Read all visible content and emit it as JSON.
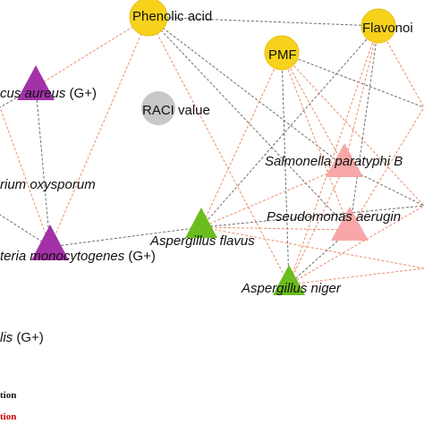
{
  "colors": {
    "compound": "#f7d21d",
    "compound_stroke": "#e8bf10",
    "raci": "#c8c8c8",
    "gram_positive": "#a331a8",
    "fungus": "#6bbd1d",
    "gram_negative": "#f7a7a7",
    "edge_positive": "#555555",
    "edge_negative": "#e9825a",
    "legend_positive": "#111111",
    "legend_negative": "#cc0000"
  },
  "nodes": {
    "phenolic_acid": {
      "label": "Phenolic acid",
      "icon": "circle"
    },
    "flavonoids": {
      "label": "Flavonoi",
      "icon": "circle"
    },
    "pmf": {
      "label": "PMF",
      "icon": "circle"
    },
    "raci": {
      "label": "RACI value",
      "icon": "circle"
    },
    "s_aureus": {
      "label": "cus aureus",
      "suffix": " (G+)",
      "icon": "triangle"
    },
    "f_oxysporum": {
      "label": "rium oxysporum",
      "icon": "none"
    },
    "l_monocytogenes": {
      "label": "teria monocytogenes",
      "suffix": " (G+)",
      "icon": "triangle"
    },
    "b_subtilis": {
      "label": "lis",
      "suffix": " (G+)",
      "icon": "none"
    },
    "a_flavus": {
      "label": "Aspergillus flavus",
      "icon": "triangle"
    },
    "a_niger": {
      "label": "Aspergillus niger",
      "icon": "triangle"
    },
    "s_paratyphi": {
      "label": "Salmonella paratyphi B",
      "icon": "triangle"
    },
    "p_aeruginosa": {
      "label": "Pseudomonas aerugin",
      "icon": "triangle"
    }
  },
  "legend": {
    "positive": "tion",
    "negative": "tion"
  }
}
